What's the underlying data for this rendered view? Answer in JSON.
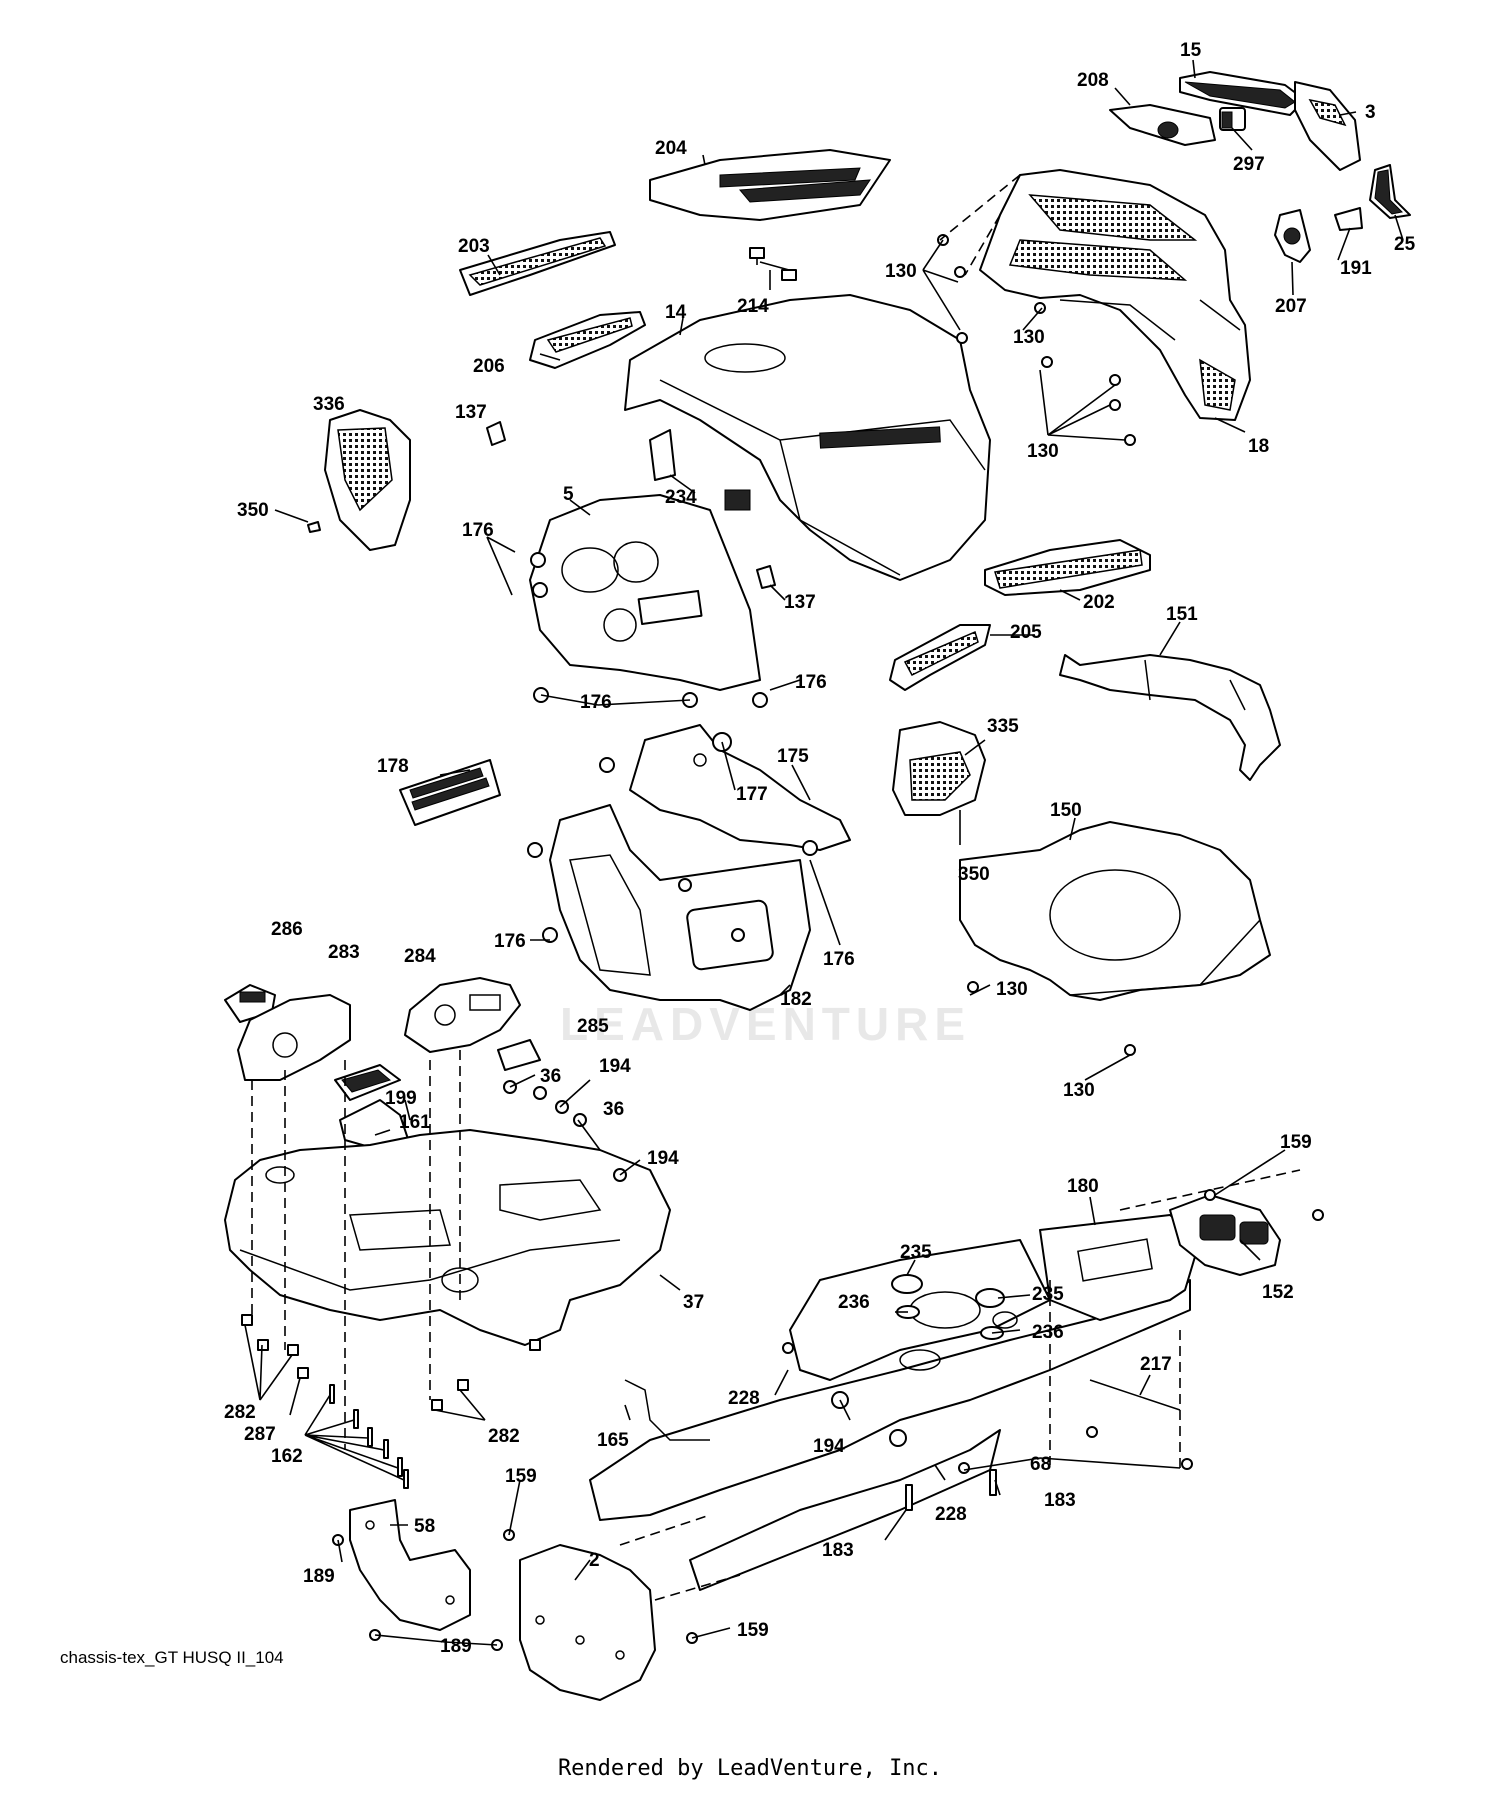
{
  "diagram_id": "chassis-tex_GT HUSQ II_104",
  "footer": "Rendered by LeadVenture, Inc.",
  "watermark": "LEADVENTURE",
  "callouts": [
    "15",
    "208",
    "3",
    "297",
    "25",
    "191",
    "207",
    "204",
    "203",
    "214",
    "14",
    "130",
    "130",
    "130",
    "206",
    "18",
    "336",
    "137",
    "350",
    "5",
    "234",
    "176",
    "137",
    "202",
    "205",
    "151",
    "176",
    "176",
    "178",
    "175",
    "177",
    "335",
    "350",
    "150",
    "176",
    "176",
    "182",
    "130",
    "286",
    "283",
    "284",
    "285",
    "130",
    "199",
    "161",
    "36",
    "194",
    "36",
    "194",
    "159",
    "180",
    "152",
    "37",
    "235",
    "235",
    "236",
    "236",
    "217",
    "228",
    "282",
    "287",
    "162",
    "282",
    "165",
    "194",
    "68",
    "228",
    "183",
    "183",
    "159",
    "58",
    "2",
    "189",
    "189",
    "159"
  ]
}
